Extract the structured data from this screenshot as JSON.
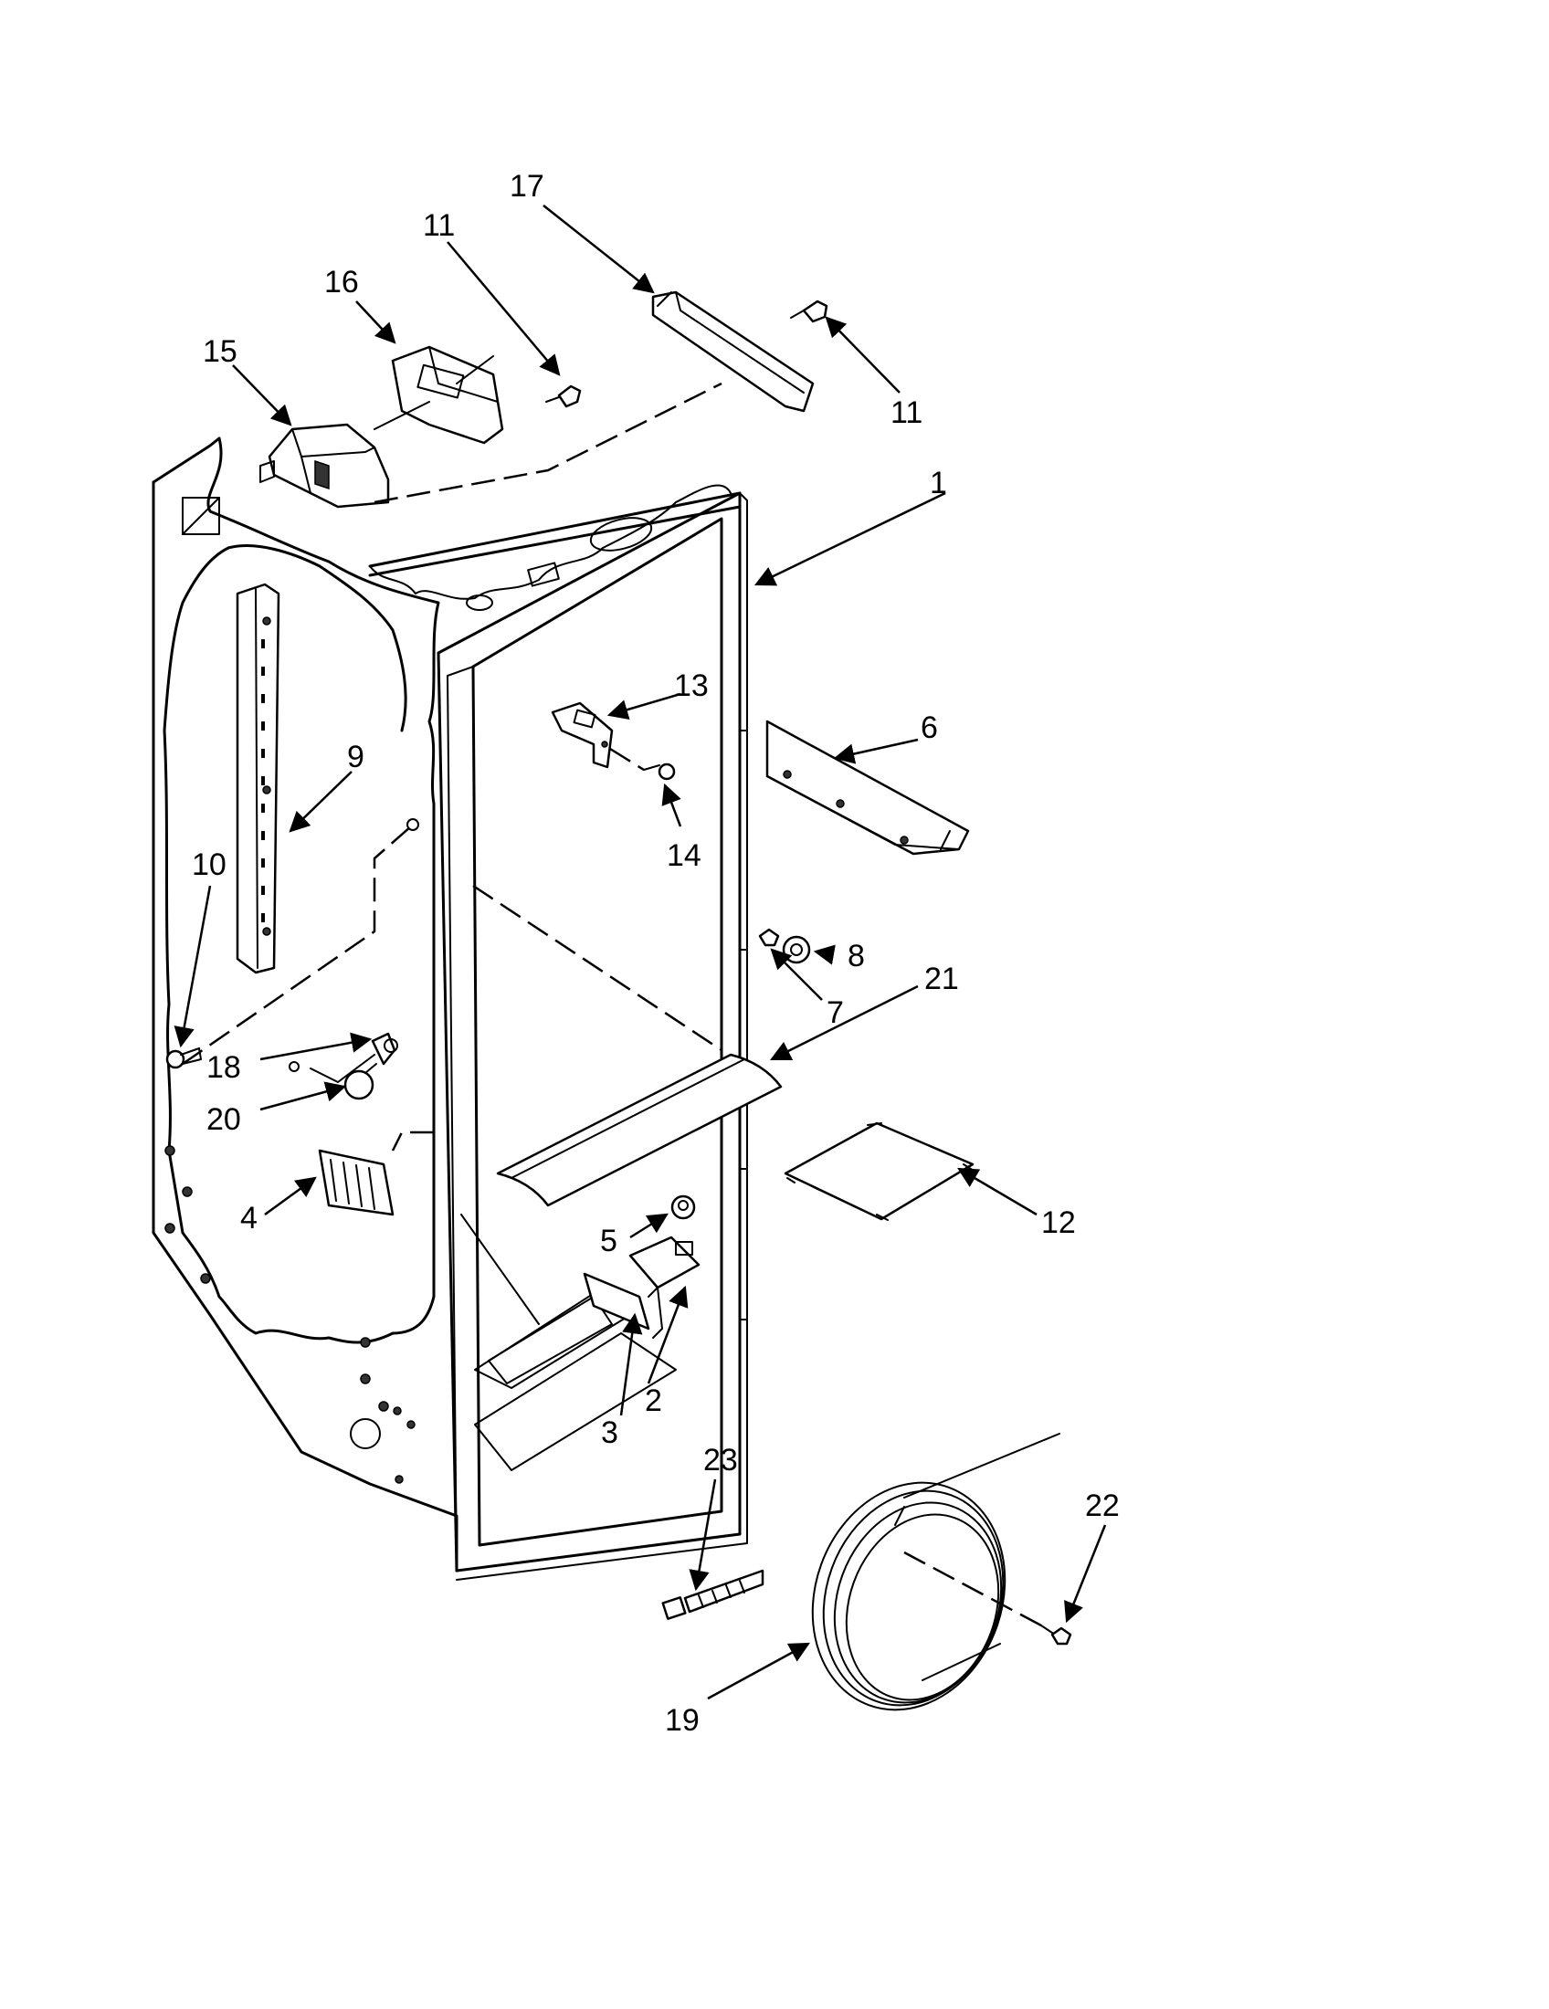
{
  "callouts": {
    "c1": "1",
    "c2": "2",
    "c3": "3",
    "c4": "4",
    "c5": "5",
    "c6": "6",
    "c7": "7",
    "c8": "8",
    "c9": "9",
    "c10": "10",
    "c11a": "11",
    "c11b": "11",
    "c12": "12",
    "c13": "13",
    "c14": "14",
    "c15": "15",
    "c16": "16",
    "c17": "17",
    "c18": "18",
    "c19": "19",
    "c20": "20",
    "c21": "21",
    "c22": "22",
    "c23": "23"
  }
}
